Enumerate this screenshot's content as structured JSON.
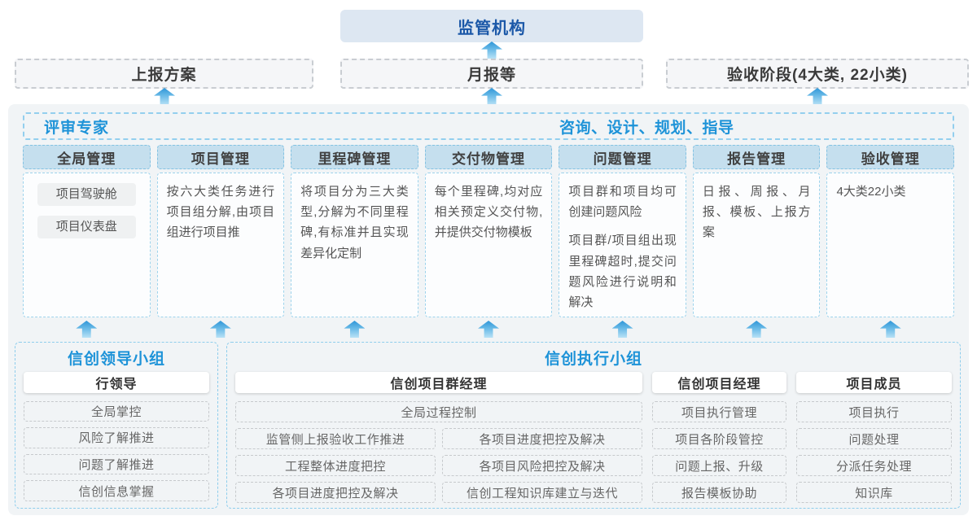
{
  "regulator": {
    "label": "监管机构"
  },
  "flow_boxes": {
    "report_plan": "上报方案",
    "monthly": "月报等",
    "acceptance": "验收阶段(4大类, 22小类)"
  },
  "experts_band": {
    "left": "评审专家",
    "right": "咨询、设计、规划、指导"
  },
  "columns": [
    {
      "header": "全局管理",
      "pills": [
        "项目驾驶舱",
        "项目仪表盘"
      ]
    },
    {
      "header": "项目管理",
      "text": "按六大类任务进行项目组分解,由项目组进行项目推"
    },
    {
      "header": "里程碑管理",
      "text": "将项目分为三大类型,分解为不同里程碑,有标准并且实现差异化定制"
    },
    {
      "header": "交付物管理",
      "text": "每个里程碑,均对应相关预定义交付物,并提供交付物模板"
    },
    {
      "header": "问题管理",
      "paragraphs": [
        "项目群和项目均可创建问题风险",
        "项目群/项目组出现里程碑超时,提交问题风险进行说明和解决"
      ]
    },
    {
      "header": "报告管理",
      "text": "日报、周报、月报、模板、上报方案"
    },
    {
      "header": "验收管理",
      "text": "4大类22小类"
    }
  ],
  "leadership_group": {
    "title": "信创领导小组",
    "role": "行领导",
    "items": [
      "全局掌控",
      "风险了解推进",
      "问题了解推进",
      "信创信息掌握"
    ]
  },
  "execution_group": {
    "title": "信创执行小组",
    "program_manager": {
      "role": "信创项目群经理",
      "full_item": "全局过程控制",
      "grid_items": [
        "监管侧上报验收工作推进",
        "各项目进度把控及解决",
        "工程整体进度把控",
        "各项目风险把控及解决",
        "各项目进度把控及解决",
        "信创工程知识库建立与迭代"
      ]
    },
    "project_manager": {
      "role": "信创项目经理",
      "items": [
        "项目执行管理",
        "项目各阶段管控",
        "问题上报、升级",
        "报告模板协助"
      ]
    },
    "members": {
      "role": "项目成员",
      "items": [
        "项目执行",
        "问题处理",
        "分派任务处理",
        "知识库"
      ]
    }
  },
  "colors": {
    "accent_blue": "#1e93d8",
    "regulator_bg": "#dde7f2",
    "regulator_text": "#1b58a8",
    "header_bg": "#c5dfee",
    "container_bg": "#f1f4f6",
    "dashed_blue": "#8ecdec",
    "arrow_blue": "#2e96d8"
  }
}
